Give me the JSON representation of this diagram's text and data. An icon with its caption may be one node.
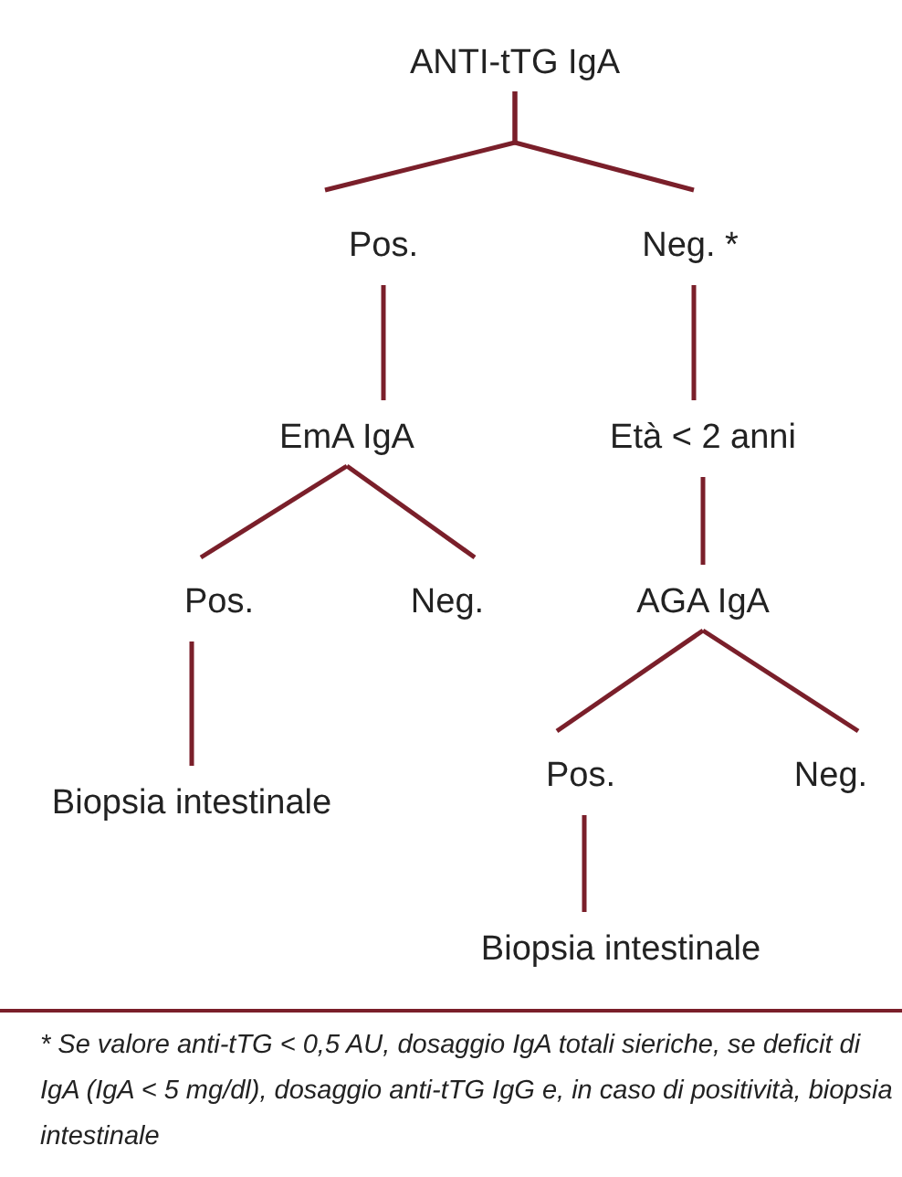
{
  "diagram": {
    "nodes": [
      {
        "text": [
          "ANTI-tTG IgA"
        ]
      },
      {
        "text": [
          "Pos."
        ]
      },
      {
        "text": [
          "Neg. *"
        ]
      },
      {
        "text": [
          "EmA IgA"
        ]
      },
      {
        "text": [
          "Età < 2 anni"
        ]
      },
      {
        "text": [
          "Pos."
        ]
      },
      {
        "text": [
          "Neg."
        ]
      },
      {
        "text": [
          "AGA IgA"
        ]
      },
      {
        "text": [
          "Biopsia intestinale"
        ]
      },
      {
        "text": [
          "Pos."
        ]
      },
      {
        "text": [
          "Neg."
        ]
      },
      {
        "text": [
          "Biopsia intestinale"
        ]
      }
    ],
    "edges": [
      {
        "from": 0,
        "to": 1,
        "arrow": "none"
      },
      {
        "from": 0,
        "to": 2,
        "arrow": "none"
      },
      {
        "from": 1,
        "to": 3,
        "arrow": "none"
      },
      {
        "from": 2,
        "to": 4,
        "arrow": "none"
      },
      {
        "from": 3,
        "to": 5,
        "arrow": "none"
      },
      {
        "from": 3,
        "to": 6,
        "arrow": "none"
      },
      {
        "from": 4,
        "to": 7,
        "arrow": "none"
      },
      {
        "from": 5,
        "to": 8,
        "arrow": "none"
      },
      {
        "from": 7,
        "to": 9,
        "arrow": "none"
      },
      {
        "from": 7,
        "to": 10,
        "arrow": "none"
      },
      {
        "from": 9,
        "to": 11,
        "arrow": "none"
      }
    ],
    "labels": [
      "* Se valore anti-tTG < 0,5 AU, dosaggio IgA totali sieriche, se deficit di IgA (IgA < 5 mg/dl), dosaggio anti-tTG IgG e, in caso di positività, biopsia intestinale"
    ]
  }
}
